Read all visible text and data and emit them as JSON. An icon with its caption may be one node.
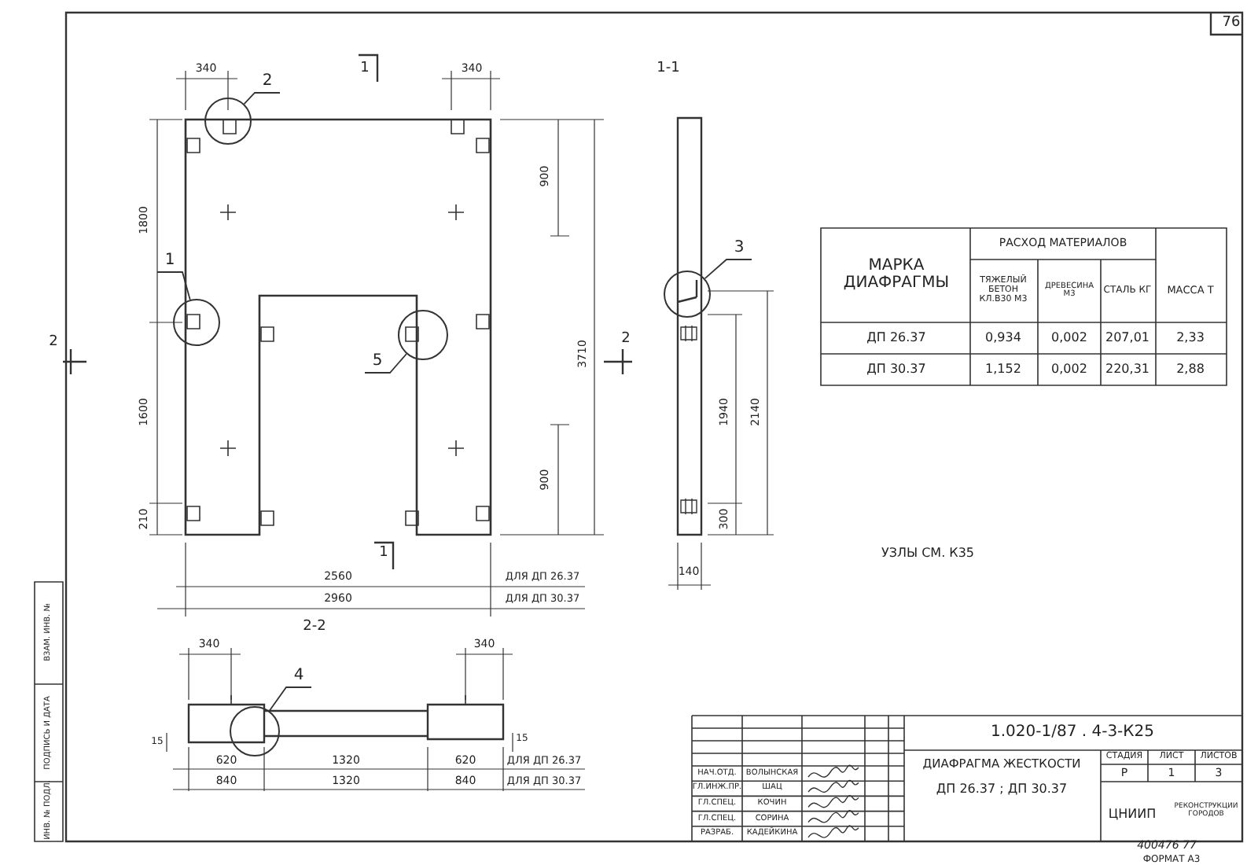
{
  "diagram": {
    "nodes": [
      {
        "text": [
          "2"
        ]
      },
      {
        "text": [],
        "shape": "circle"
      },
      {
        "text": [
          "1"
        ]
      },
      {
        "text": [],
        "shape": "circle"
      },
      {
        "text": [
          "5"
        ]
      },
      {
        "text": [],
        "shape": "circle"
      },
      {
        "text": [
          "3"
        ]
      },
      {
        "text": [],
        "shape": "circle"
      },
      {
        "text": [
          "4"
        ]
      },
      {
        "text": [],
        "shape": "circle"
      }
    ],
    "edges": [
      {
        "from": 0,
        "to": 1,
        "arrow": "none"
      },
      {
        "from": 2,
        "to": 3,
        "arrow": "none"
      },
      {
        "from": 4,
        "to": 5,
        "arrow": "none"
      },
      {
        "from": 6,
        "to": 7,
        "arrow": "none"
      },
      {
        "from": 8,
        "to": 9,
        "arrow": "none"
      }
    ],
    "labels": [
      "76",
      "340",
      "1",
      "340",
      "1-1",
      "1800",
      "900",
      "2",
      "3710",
      "2",
      "1600",
      "900",
      "210",
      "1940",
      "2140",
      "300",
      "140",
      "1",
      "2560",
      "ДЛЯ ДП 26.37",
      "2960",
      "ДЛЯ ДП 30.37",
      "УЗЛЫ СМ. К35",
      "2-2",
      "340",
      "340",
      "15",
      "15",
      "620",
      "1320",
      "620",
      "ДЛЯ ДП 26.37",
      "840",
      "1320",
      "840",
      "ДЛЯ ДП 30.37",
      "МАРКА ДИАФРАГМЫ",
      "РАСХОД МАТЕРИАЛОВ",
      "МАССА Т",
      "ТЯЖЕЛЫЙ БЕТОН КЛ.В30 М3",
      "ДРЕВЕСИНА М3",
      "СТАЛЬ КГ",
      "ДП 26.37",
      "0,934",
      "0,002",
      "207,01",
      "2,33",
      "ДП 30.37",
      "1,152",
      "0,002",
      "220,31",
      "2,88",
      "1.020-1/87 . 4-3-К25",
      "ДИАФРАГМА ЖЕСТКОСТИ",
      "ДП 26.37 ; ДП 30.37",
      "СТАДИЯ",
      "ЛИСТ",
      "ЛИСТОВ",
      "Р",
      "1",
      "3",
      "ЦНИИП",
      "РЕКОНСТРУКЦИИ ГОРОДОВ",
      "НАЧ.ОТД.",
      "ВОЛЫНСКАЯ",
      "ГЛ.ИНЖ.ПР.",
      "ШАЦ",
      "ГЛ.СПЕЦ.",
      "КОЧИН",
      "ГЛ.СПЕЦ.",
      "СОРИНА",
      "РАЗРАБ.",
      "КАДЕЙКИНА",
      "400476 77",
      "ФОРМАТ А3",
      "ИНВ. № ПОДЛ.",
      "ПОДПИСЬ И ДАТА",
      "ВЗАМ. ИНВ. №"
    ]
  }
}
